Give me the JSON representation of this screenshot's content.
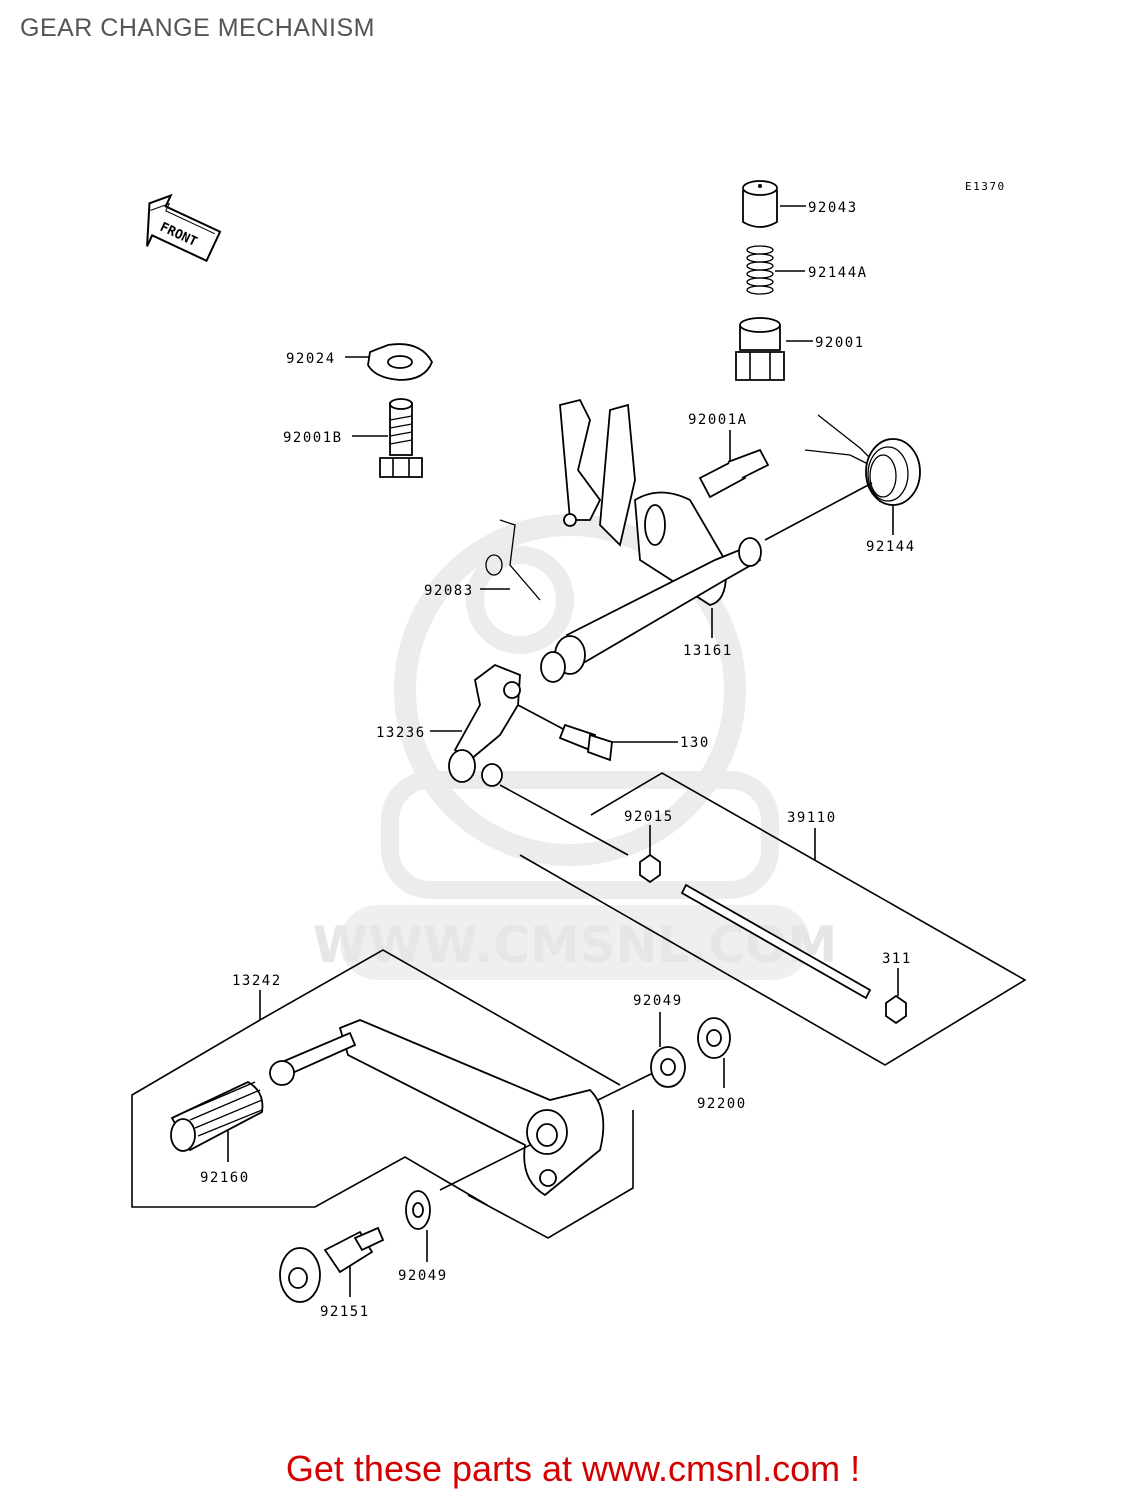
{
  "title": "GEAR CHANGE MECHANISM",
  "diagram_code": "E1370",
  "front_badge": "FRONT",
  "watermark_text": "WWW.CMSNL.COM",
  "parts": [
    {
      "number": "92043"
    },
    {
      "number": "92144A"
    },
    {
      "number": "92001"
    },
    {
      "number": "92024"
    },
    {
      "number": "92001B"
    },
    {
      "number": "92001A"
    },
    {
      "number": "92144"
    },
    {
      "number": "92083"
    },
    {
      "number": "13161"
    },
    {
      "number": "13236"
    },
    {
      "number": "130"
    },
    {
      "number": "92015"
    },
    {
      "number": "39110"
    },
    {
      "number": "311"
    },
    {
      "number": "13242"
    },
    {
      "number": "92049"
    },
    {
      "number": "92200"
    },
    {
      "number": "92160"
    },
    {
      "number": "92049"
    },
    {
      "number": "92151"
    }
  ],
  "footer": {
    "prefix": "Get these parts at ",
    "link_text": "www.cmsnl.com",
    "suffix": " !"
  },
  "colors": {
    "footer": "#d40000",
    "title": "#555555",
    "watermark": "#e6e6e6"
  }
}
